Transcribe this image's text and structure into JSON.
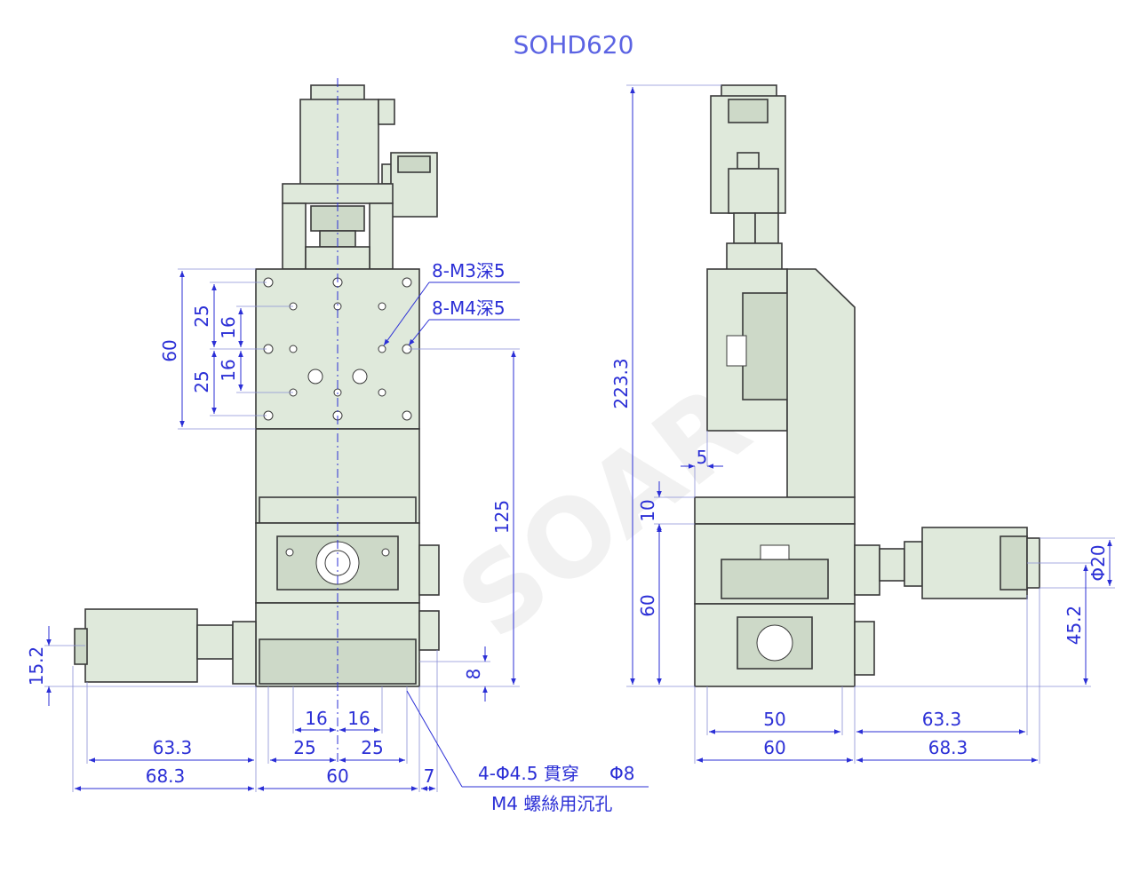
{
  "title": "SOHD620",
  "watermark": "SOAR",
  "front_view": {
    "dims": {
      "d60_left": "60",
      "d25_top": "25",
      "d16_top": "16",
      "d16_bot": "16",
      "d25_bot": "25",
      "d125": "125",
      "d8": "8",
      "d15_2": "15.2",
      "b16_l": "16",
      "b16_r": "16",
      "b25_l": "25",
      "b25_r": "25",
      "b63_3": "63.3",
      "b68_3": "68.3",
      "b60": "60",
      "b7": "7"
    },
    "notes": {
      "m3": "8-M3深5",
      "m4": "8-M4深5",
      "hole_a": "4-Φ4.5 貫穿",
      "hole_b": "Φ8",
      "hole_c": "M4 螺絲用沉孔"
    }
  },
  "side_view": {
    "dims": {
      "d223_3": "223.3",
      "d5": "5",
      "d10": "10",
      "d60": "60",
      "d20": "Φ20",
      "d45_2": "45.2",
      "b50": "50",
      "b60": "60",
      "b63_3": "63.3",
      "b68_3": "68.3"
    }
  }
}
